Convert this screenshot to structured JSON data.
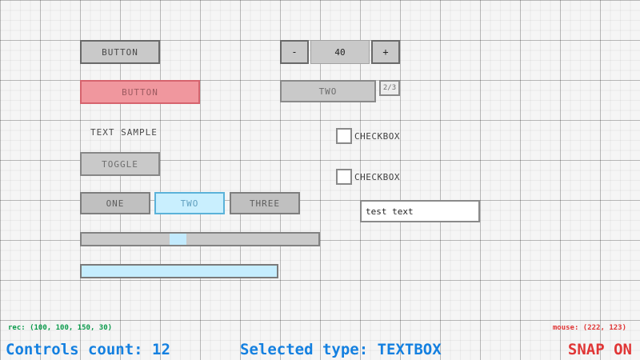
{
  "panel": {
    "button": {
      "label": "BUTTON"
    },
    "red_button": {
      "label": "BUTTON"
    },
    "sample_label": {
      "text": "TEXT SAMPLE"
    },
    "toggle": {
      "label": "TOGGLE"
    },
    "toggle_group": {
      "items": [
        {
          "label": "ONE"
        },
        {
          "label": "TWO"
        },
        {
          "label": "THREE"
        }
      ],
      "selected": "TWO"
    },
    "slider": {
      "percent": 37
    },
    "progress_bar": {
      "percent": 100
    },
    "spinner": {
      "decrement_label": "-",
      "value": "40",
      "increment_label": "+"
    },
    "combobox": {
      "selected_label": "TWO",
      "counter": "2/3"
    },
    "checkboxes": [
      {
        "label": "CHECKBOX",
        "checked": false
      },
      {
        "label": "CHECKBOX",
        "checked": false
      }
    ],
    "textbox": {
      "value": "test text"
    }
  },
  "status": {
    "rec": "rec: (100, 100, 150, 30)",
    "controls_count": "Controls count: 12",
    "selected_type": "Selected type: TEXTBOX",
    "mouse": "mouse: (222, 123)",
    "snap": "SNAP ON"
  },
  "colors": {
    "background": "#f5f5f5",
    "control_fill": "#c9c9c9",
    "accent_fill": "#c9effe",
    "accent_border": "#5bb2d9",
    "red_fill": "#f0979e",
    "red_border": "#d6646e",
    "status_green": "#0a9a4b",
    "status_blue": "#1480e0",
    "status_red": "#e03636"
  }
}
